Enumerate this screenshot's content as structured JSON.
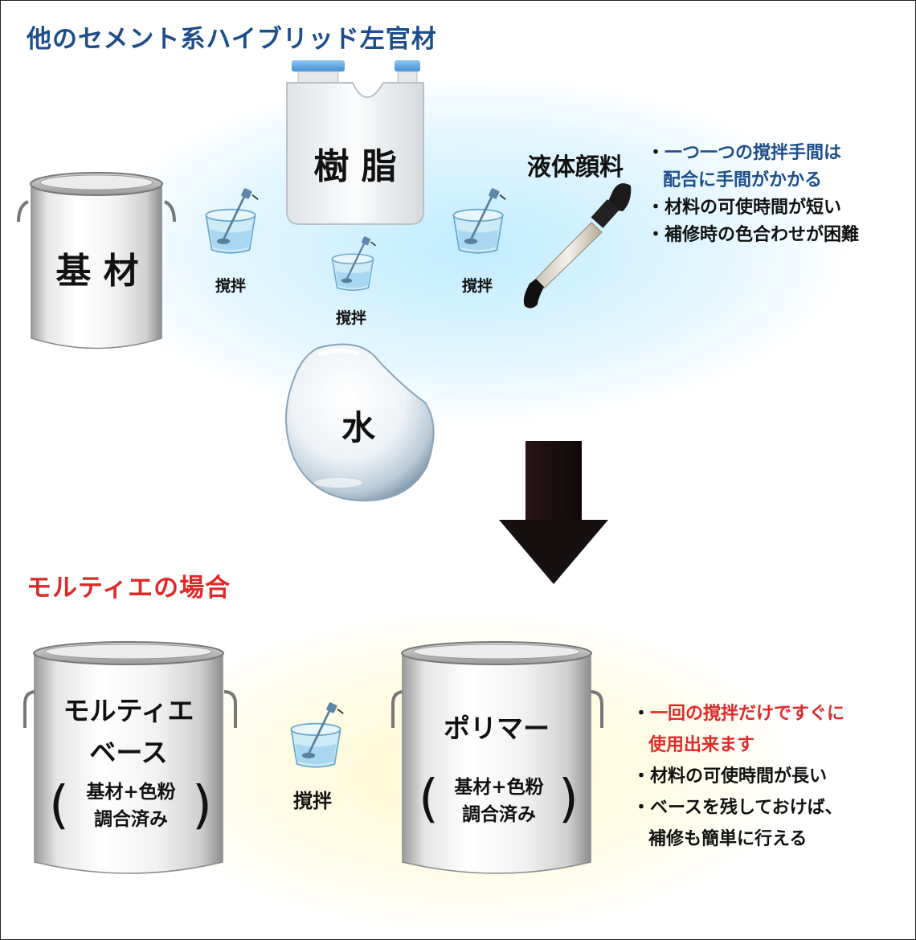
{
  "section_top": {
    "title": "他のセメント系ハイブリッド左官材",
    "title_color": "#1d4e8a",
    "items": {
      "base": "基 材",
      "resin": "樹 脂",
      "pigment": "液体顔料",
      "water": "水"
    },
    "stir_labels": [
      "撹拌",
      "撹拌",
      "撹拌"
    ],
    "notes": [
      {
        "bullet": "・",
        "text": "一つ一つの撹拌手間は",
        "continuation": "配合に手間がかかる",
        "color": "#1d4e8a"
      },
      {
        "bullet": "・",
        "text": "材料の可使時間が短い"
      },
      {
        "bullet": "・",
        "text": "補修時の色合わせが困難"
      }
    ]
  },
  "section_bottom": {
    "title": "モルティエの場合",
    "title_color": "#e02a2a",
    "can_left": {
      "line1": "モルティエ",
      "line2": "ベース",
      "sub1": "基材+色粉",
      "sub2": "調合済み"
    },
    "can_right": {
      "line1": "ポリマー",
      "sub1": "基材+色粉",
      "sub2": "調合済み"
    },
    "stir_label": "撹拌",
    "notes": [
      {
        "bullet": "・",
        "text": "一回の撹拌だけですぐに",
        "continuation": "使用出来ます",
        "color": "#e02a2a"
      },
      {
        "bullet": "・",
        "text": "材料の可使時間が長い"
      },
      {
        "bullet": "・",
        "text": "ベースを残しておけば、",
        "continuation": "補修も簡単に行える"
      }
    ]
  },
  "colors": {
    "arrow": "#1c0f10",
    "glow_top": "#d7f3ff",
    "glow_bottom": "#fffbdc"
  }
}
